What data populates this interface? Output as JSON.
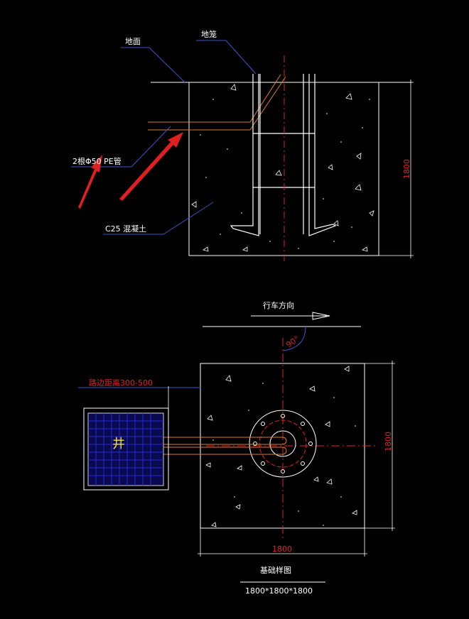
{
  "colors": {
    "background": "#000000",
    "line": "#ffffff",
    "leader": "#3a55c8",
    "dimension": "#e0202a",
    "conduit": "#e07a30",
    "anchor": "#e07a30",
    "well_grid": "#1a1aa0",
    "well_char": "#f2e030",
    "arrow_red": "#e02020"
  },
  "section_view": {
    "label_ground": "地面",
    "label_anchor": "地笼",
    "label_pipe": "2根Φ50 PE管",
    "label_concrete": "C25 混凝土",
    "dim_height": "1800"
  },
  "plan_view": {
    "label_direction": "行车方向",
    "label_angle": "90°",
    "label_distance": "路边距离300-500",
    "well_char": "井",
    "dim_right": "1800",
    "dim_bottom": "1800",
    "title": "基础样图",
    "subtitle": "1800*1800*1800"
  },
  "icons": {
    "arrows": "red-pointer-arrow",
    "direction": "direction-arrow"
  }
}
